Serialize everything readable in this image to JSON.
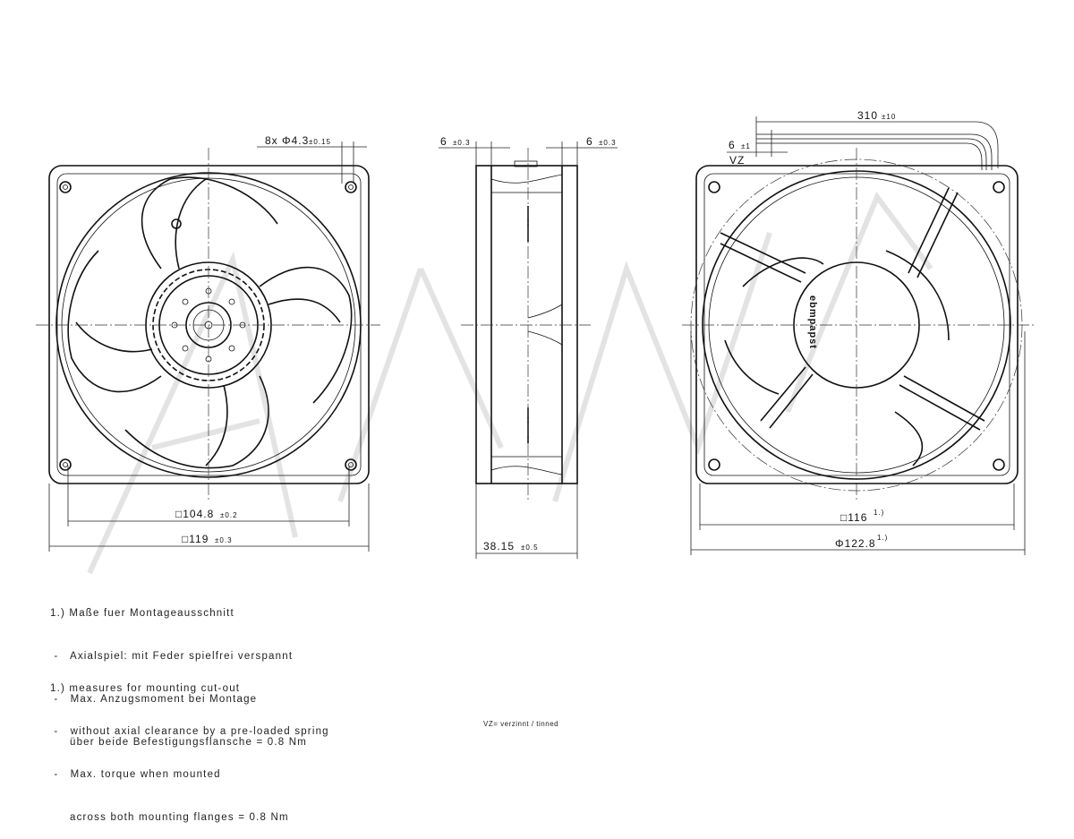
{
  "dimensions": {
    "holes": "8x Φ4.3",
    "holes_tol": "±0.15",
    "side_left": "6",
    "side_left_tol": "±0.3",
    "side_right": "6",
    "side_right_tol": "±0.3",
    "hole_spacing": "□104.8",
    "hole_spacing_tol": "±0.2",
    "frame": "□119",
    "frame_tol": "±0.3",
    "depth": "38.15",
    "depth_tol": "±0.5",
    "cable_length": "310",
    "cable_length_tol": "±10",
    "strip": "6",
    "strip_tol": "±1",
    "strip_note": "VZ",
    "cutout_square": "□116",
    "cutout_square_ref": "1.)",
    "cutout_diameter": "Φ122.8",
    "cutout_diameter_ref": "1.)"
  },
  "brand": "ebmpapst",
  "notes_de": {
    "title": "1.) Maße fuer Montageausschnitt",
    "line1": " -   Axialspiel: mit Feder spielfrei verspannt",
    "line2": " -   Max. Anzugsmoment bei Montage",
    "line3": "     über beide Befestigungsflansche = 0.8 Nm"
  },
  "notes_en": {
    "title": "1.) measures for mounting cut-out",
    "line1": " -   without axial clearance by a pre-loaded spring",
    "line2": " -   Max. torque when mounted",
    "line3": "     across both mounting flanges = 0.8 Nm"
  },
  "footer": "VZ= verzinnt / tinned"
}
